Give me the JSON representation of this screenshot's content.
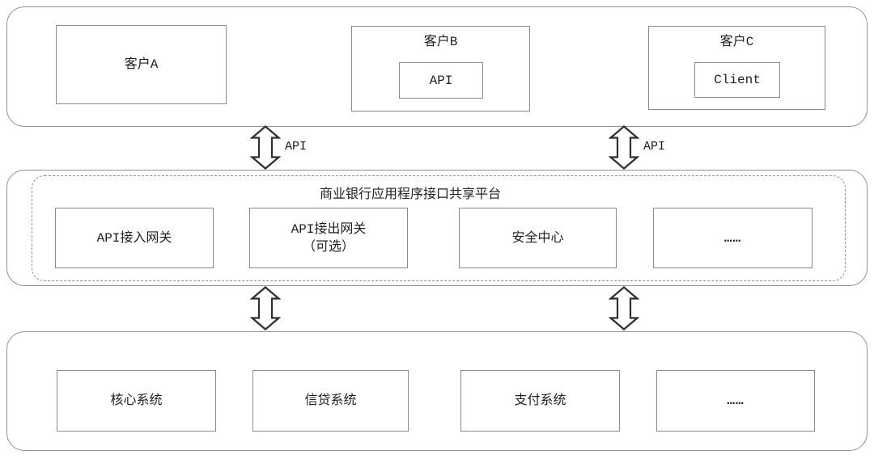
{
  "clients_layer": {
    "box_a": {
      "label": "客户A"
    },
    "box_b": {
      "label": "客户B",
      "inner_label": "API"
    },
    "box_c": {
      "label": "客户C",
      "inner_label": "Client"
    }
  },
  "connectors": {
    "left_label": "API",
    "right_label": "API"
  },
  "platform_layer": {
    "title": "商业银行应用程序接口共享平台",
    "boxes": [
      {
        "label": "API接入网关"
      },
      {
        "label": "API接出网关",
        "label_line2": "（可选）"
      },
      {
        "label": "安全中心"
      },
      {
        "label": "……"
      }
    ]
  },
  "systems_layer": {
    "boxes": [
      {
        "label": "核心系统"
      },
      {
        "label": "信贷系统"
      },
      {
        "label": "支付系统"
      },
      {
        "label": "……"
      }
    ]
  },
  "colors": {
    "border": "#8f8f8f",
    "arrow_outline": "#2f2f2f",
    "text": "#202020"
  }
}
